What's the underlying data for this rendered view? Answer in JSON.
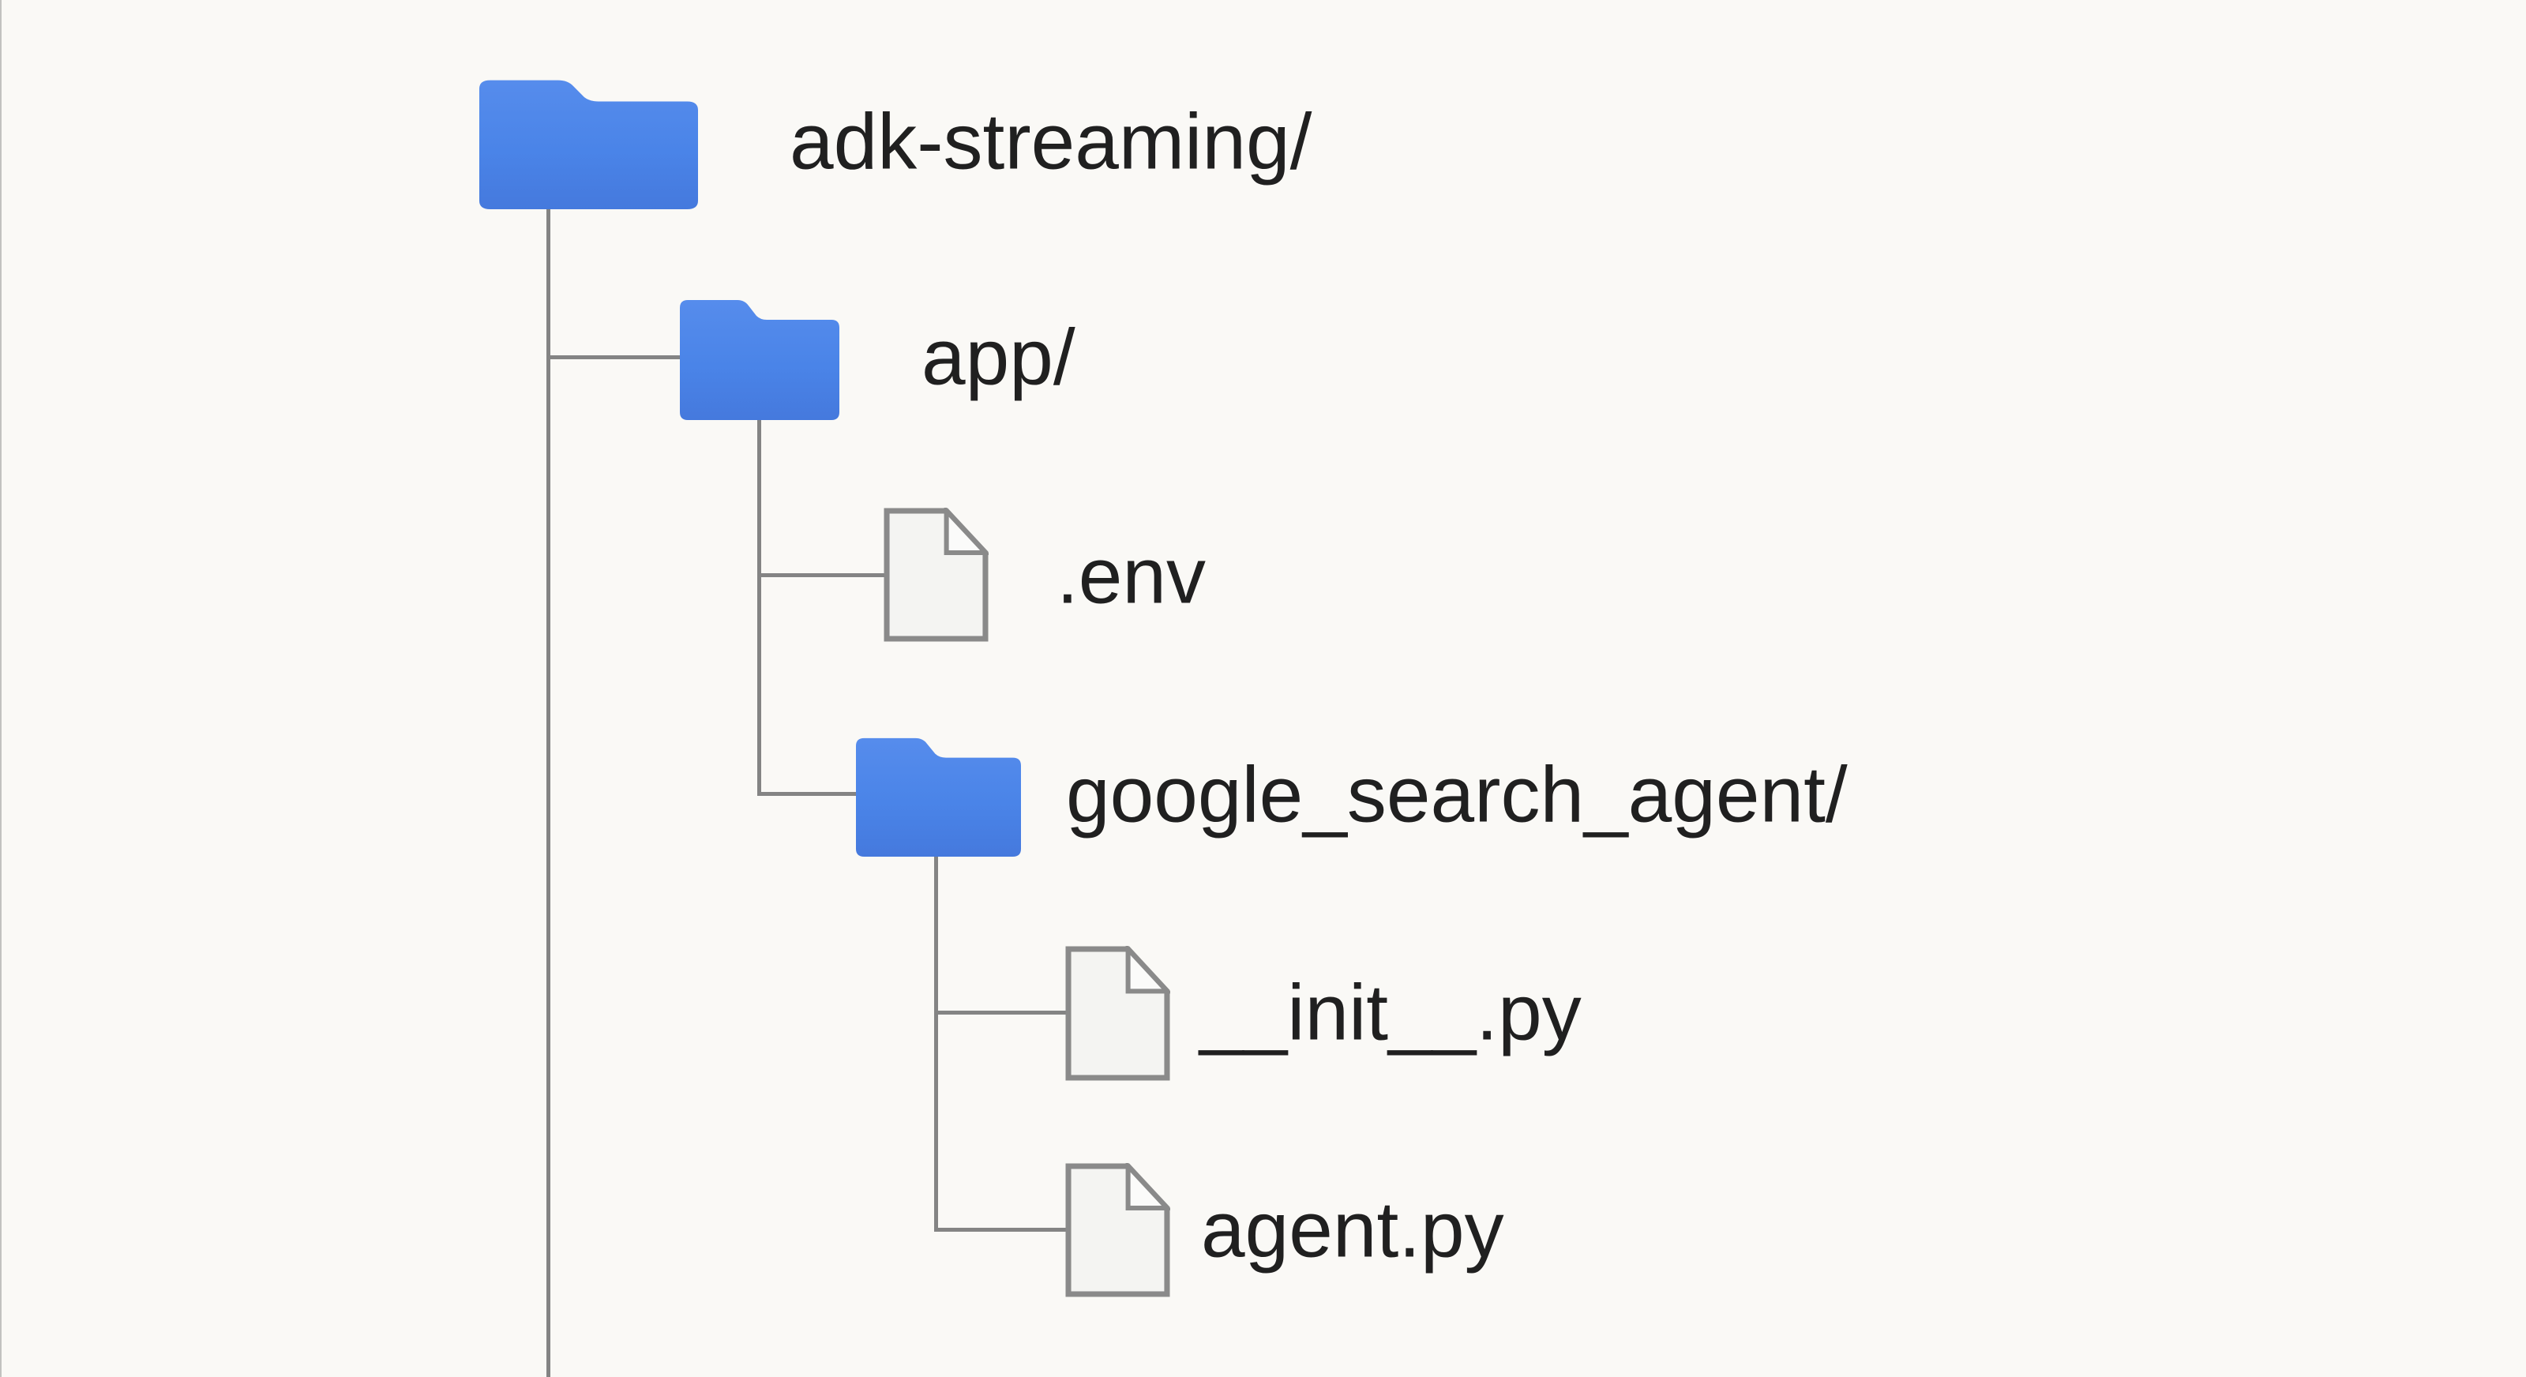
{
  "diagram": {
    "type": "file-tree",
    "tree": {
      "nodes": [
        {
          "id": "adk-streaming",
          "label": "adk-streaming/",
          "type": "folder",
          "depth": 0,
          "parent": null,
          "icon": "folder-icon"
        },
        {
          "id": "app",
          "label": "app/",
          "type": "folder",
          "depth": 1,
          "parent": "adk-streaming",
          "icon": "folder-icon"
        },
        {
          "id": "env",
          "label": ".env",
          "type": "file",
          "depth": 2,
          "parent": "app",
          "icon": "file-icon"
        },
        {
          "id": "google_search_agent",
          "label": "google_search_agent/",
          "type": "folder",
          "depth": 2,
          "parent": "app",
          "icon": "folder-icon"
        },
        {
          "id": "init_py",
          "label": "__init__.py",
          "type": "file",
          "depth": 3,
          "parent": "google_search_agent",
          "icon": "file-icon"
        },
        {
          "id": "agent_py",
          "label": "agent.py",
          "type": "file",
          "depth": 3,
          "parent": "google_search_agent",
          "icon": "file-icon"
        }
      ]
    },
    "colors": {
      "folder_blue": "#4a85e8",
      "folder_blue_light": "#568cec",
      "folder_blue_dark": "#4579dd",
      "connector_gray": "#848484",
      "file_fill": "#f4f4f2",
      "file_flap_fill": "#fbfbfa",
      "file_outline": "#8a8a8a",
      "text": "#202020",
      "background": "#faf9f6",
      "edge_border": "#c2c2c0"
    }
  }
}
